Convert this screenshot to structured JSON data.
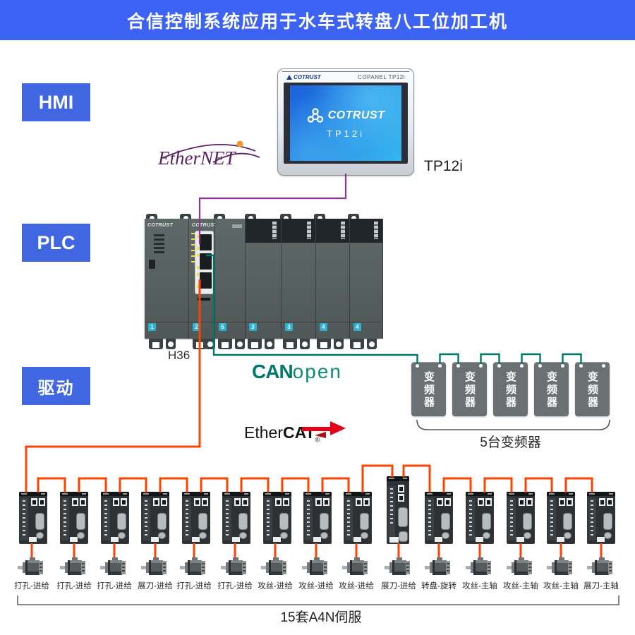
{
  "title": "合信控制系统应用于水车式转盘八工位加工机",
  "colors": {
    "banner_blue": "#3c63f4",
    "label_blue": "#4166e2",
    "wire_hmi_purple": "#8a3494",
    "wire_canopen_teal": "#00796b",
    "wire_ethercat_orange": "#fd4300",
    "canopen_teal": "#00796b",
    "ethercat_arrow_red": "#e2001a",
    "ethernet_purple": "#5c2364",
    "ethernet_dot_orange": "#f0992e"
  },
  "side_labels": [
    {
      "text": "HMI"
    },
    {
      "text": "PLC"
    },
    {
      "text": "驱动"
    }
  ],
  "hmi": {
    "bezel_left": "COTRUST",
    "bezel_right": "COPANEL  TP12i",
    "screen_brand": "COTRUST",
    "screen_model": "TP12i",
    "device_label": "TP12i"
  },
  "logos": {
    "ethernet": "EtherNET",
    "canopen_bold": "CAN",
    "canopen_light": "open",
    "ethercat_normal": "Ether",
    "ethercat_bold": "CAT",
    "ethercat_reg": "®"
  },
  "plc": {
    "brand": "COTRUST",
    "label": "H36",
    "modules": [
      {
        "type": "power",
        "badge": "1"
      },
      {
        "type": "cpu",
        "badge": "2"
      },
      {
        "type": "blank",
        "badge": "5"
      },
      {
        "type": "io",
        "badge": "3"
      },
      {
        "type": "io",
        "badge": "3"
      },
      {
        "type": "io",
        "badge": "4"
      },
      {
        "type": "io",
        "badge": "4"
      }
    ]
  },
  "vfd": {
    "unit_label": "变频器",
    "count": 5,
    "count_label": "5台变频器"
  },
  "servo": {
    "group_label": "15套A4N伺服",
    "count": 15,
    "motors": [
      "打孔-进给",
      "打孔-进给",
      "打孔-进给",
      "展刀-进给",
      "打孔-进给",
      "打孔-进给",
      "攻丝-进给",
      "攻丝-进给",
      "攻丝-进给",
      "展刀-进给",
      "转盘-旋转",
      "攻丝-主轴",
      "攻丝-主轴",
      "攻丝-主轴",
      "展刀-主轴"
    ]
  }
}
